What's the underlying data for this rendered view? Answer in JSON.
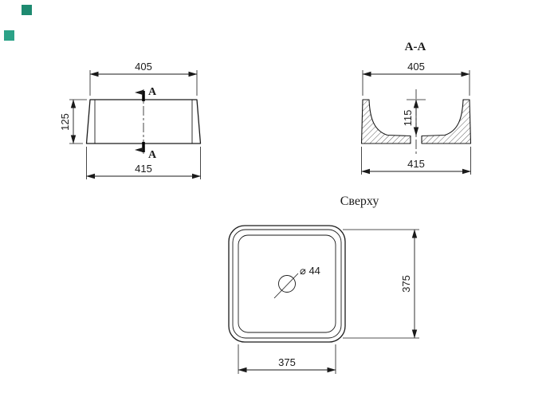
{
  "page": {
    "background": "#ffffff",
    "line_color": "#1a1a1a"
  },
  "markers": {
    "square1_color": "#1e8a70",
    "square2_color": "#2ba287"
  },
  "front_view": {
    "dim_top": "405",
    "dim_height": "125",
    "dim_bottom": "415",
    "section_label_top": "A",
    "section_label_bottom": "A"
  },
  "section_view": {
    "title": "A-A",
    "dim_top": "405",
    "dim_depth": "115",
    "dim_bottom": "415"
  },
  "top_view": {
    "title": "Сверху",
    "dim_width_bottom": "375",
    "dim_height_right": "375",
    "drain_diameter": "⌀ 44"
  }
}
